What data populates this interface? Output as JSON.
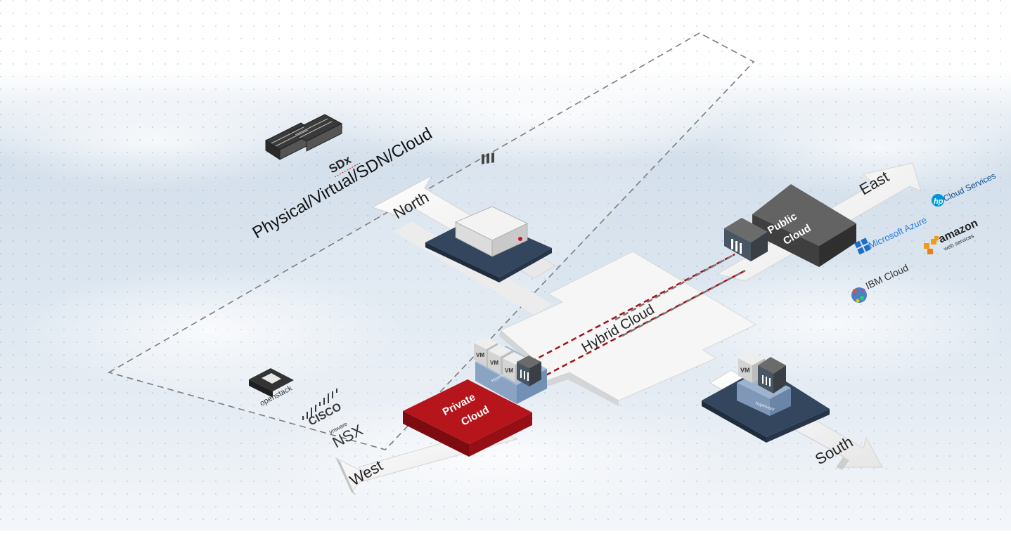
{
  "diagram": {
    "sdx_label": "SDx",
    "subtitle": "Physical/Virtual/SDN/Cloud",
    "hybrid_label": "Hybrid Cloud",
    "directions": {
      "north": "North",
      "east": "East",
      "south": "South",
      "west": "West"
    },
    "public_cloud": {
      "line1": "Public",
      "line2": "Cloud"
    },
    "private_cloud": {
      "line1": "Private",
      "line2": "Cloud"
    },
    "vm_label": "VM",
    "hypervisor_label": "Hypervisor",
    "public_providers": {
      "hp": "Cloud Services",
      "hp_logo": "hp",
      "azure": "Microsoft Azure",
      "aws": "amazon",
      "aws_sub": "web services",
      "ibm": "IBM Cloud"
    },
    "private_platforms": {
      "openstack": "openstack",
      "cisco": "CISCO",
      "vmware": "vmware",
      "nsx": "NSX"
    }
  },
  "colors": {
    "sky_top": "#ffffff",
    "sky_mid": "#c9d8e8",
    "platform": "#f7f7f7",
    "private_red": "#b5151b",
    "public_gray": "#5f5f5f",
    "navy_base": "#33465e",
    "hyper_blue": "#8fa9c8",
    "dash_red": "#a31217",
    "dash_gray": "#777777"
  },
  "icons": [
    "server-rack-icon",
    "firewall-appliance-icon",
    "azure-windows-icon",
    "aws-boxes-icon",
    "ibm-globe-icon",
    "openstack-icon",
    "cisco-bars-icon"
  ]
}
